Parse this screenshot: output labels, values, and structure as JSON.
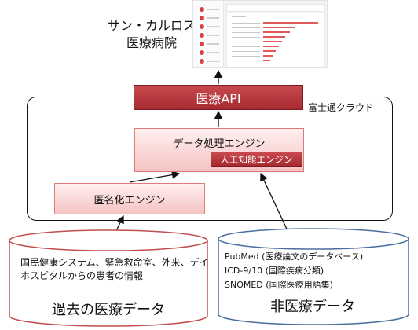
{
  "hospital": {
    "line1": "サン・カルロス",
    "line2": "医療病院"
  },
  "cloud": {
    "label": "富士通クラウド"
  },
  "api": {
    "label": "医療API"
  },
  "processing": {
    "label": "データ処理エンジン",
    "ai_label": "人工知能エンジン"
  },
  "anonymizer": {
    "label": "匿名化エンジン"
  },
  "past_data": {
    "description_line1": "国民健康システム、緊急救命室、外来、デイ",
    "description_line2": "ホスピタルからの患者の情報",
    "title": "過去の医療データ"
  },
  "nonmedical_data": {
    "items": [
      "PubMed (医療論文のデータベース)",
      "ICD-9/10 (国際疾病分類)",
      "SNOMED (国際医療用語集)"
    ],
    "title": "非医療データ"
  },
  "colors": {
    "dark_red": "#a62a30",
    "light_red": "#f5c2c2",
    "past_cylinder_border": "#c05050",
    "nonmed_cylinder_border": "#4a6fa0"
  }
}
